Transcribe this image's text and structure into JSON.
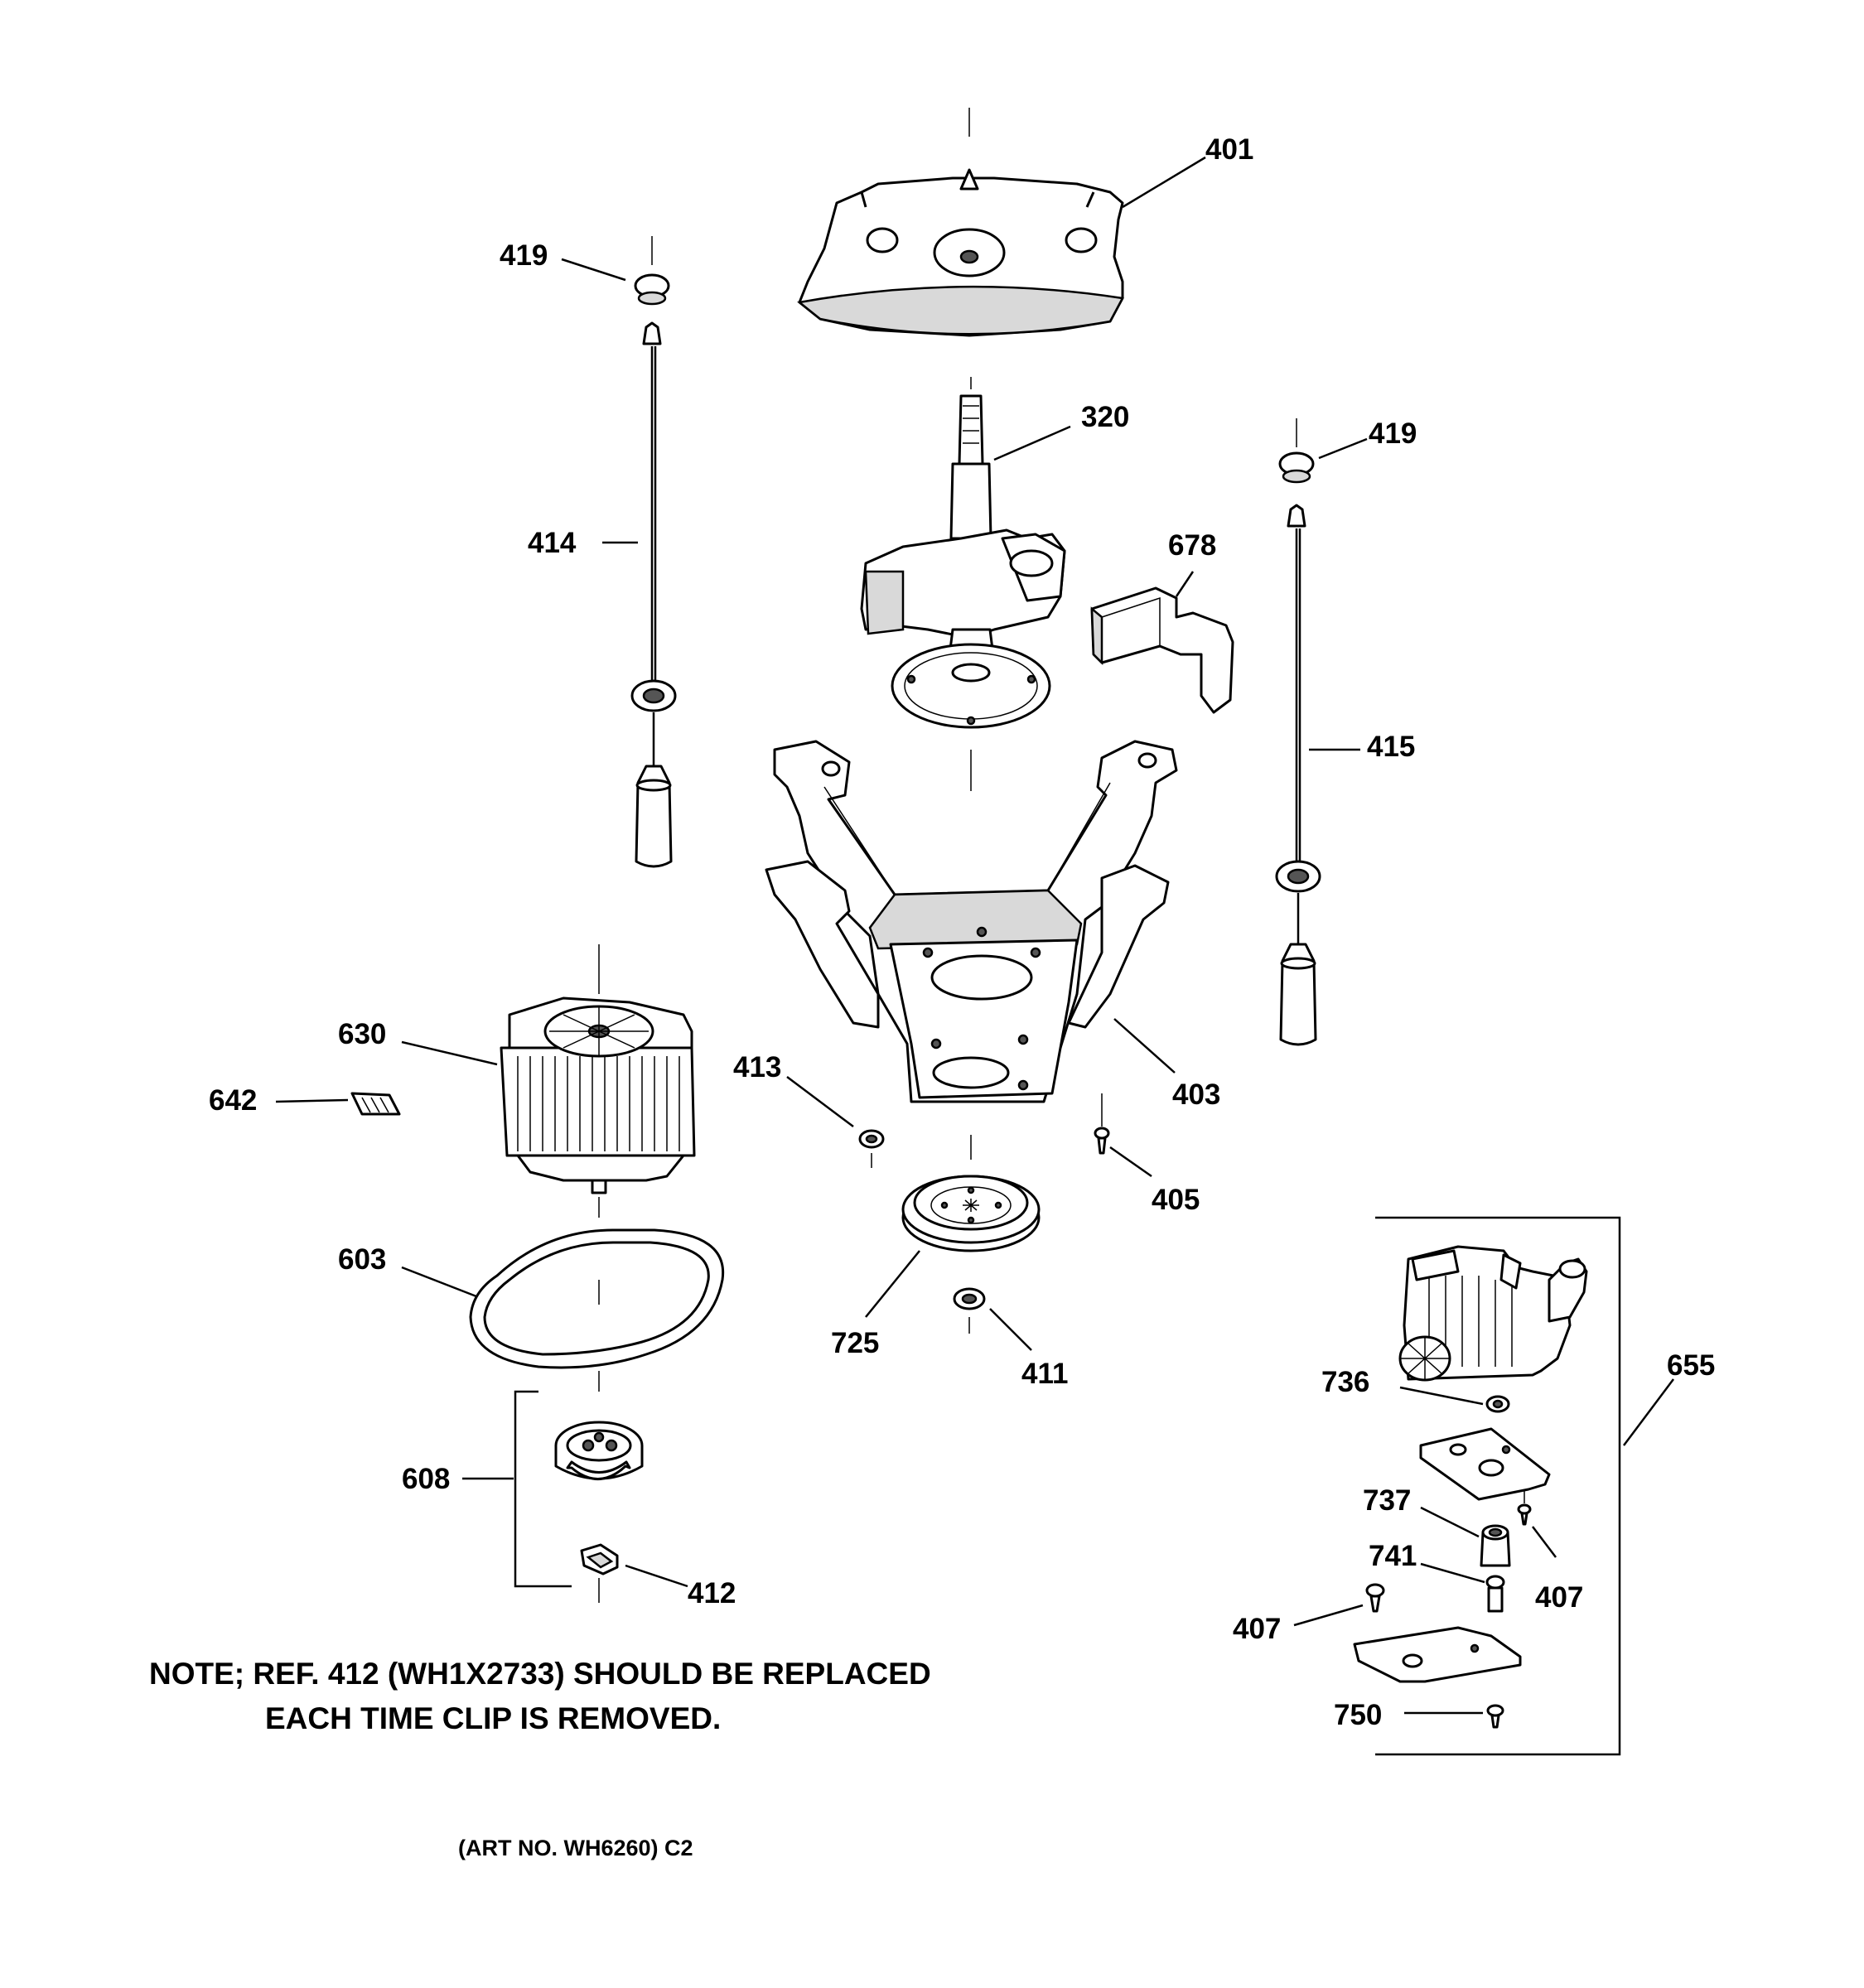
{
  "parts": {
    "p401": "401",
    "p419a": "419",
    "p419b": "419",
    "p320": "320",
    "p414": "414",
    "p678": "678",
    "p415": "415",
    "p630": "630",
    "p642": "642",
    "p413": "413",
    "p403": "403",
    "p405": "405",
    "p603": "603",
    "p725": "725",
    "p411": "411",
    "p608": "608",
    "p412": "412",
    "p736": "736",
    "p655": "655",
    "p737": "737",
    "p741": "741",
    "p407a": "407",
    "p407b": "407",
    "p750": "750"
  },
  "note": {
    "line1": "NOTE; REF. 412 (WH1X2733) SHOULD BE REPLACED",
    "line2": "EACH TIME CLIP IS REMOVED."
  },
  "art_number": "(ART NO. WH6260) C2"
}
